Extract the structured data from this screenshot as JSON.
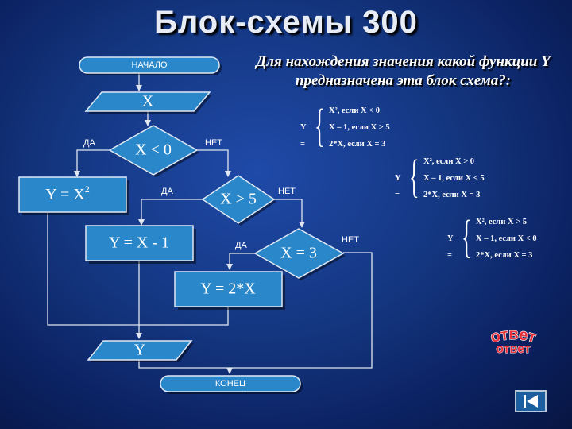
{
  "title": "Блок-схемы 300",
  "question": "Для нахождения значения какой функции Y предназначена эта блок схема?:",
  "flowchart": {
    "start": "НАЧАЛО",
    "input": "X",
    "cond1": "X < 0",
    "cond2": "X > 5",
    "cond3": "X = 3",
    "yes1": "ДА",
    "no1": "НЕТ",
    "yes2": "ДА",
    "no2": "НЕТ",
    "yes3": "ДА",
    "no3": "НЕТ",
    "proc1_base": "Y = X",
    "proc1_sup": "2",
    "proc2": "Y = X - 1",
    "proc3": "Y = 2*X",
    "output": "Y",
    "end": "КОНЕЦ"
  },
  "options": [
    {
      "lhs": "Y =",
      "cases": [
        "X², если X < 0",
        "X – 1, если  X > 5",
        "2*X, если X = 3"
      ]
    },
    {
      "lhs": "Y =",
      "cases": [
        "X², если X > 0",
        "X – 1, если  X < 5",
        "2*X, если X = 3"
      ]
    },
    {
      "lhs": "Y =",
      "cases": [
        "X², если X > 5",
        "X – 1, если  X < 0",
        "2*X, если X = 3"
      ]
    }
  ],
  "answer_button": "ответ",
  "colors": {
    "shape_fill": "#2a87c9",
    "answer_fill": "#e8303a",
    "background": "#143680"
  },
  "nav_icon": "skip-back-icon"
}
